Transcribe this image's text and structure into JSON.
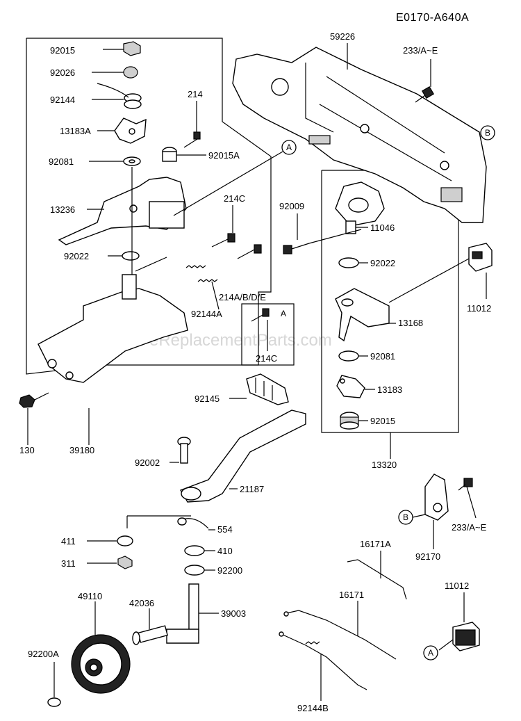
{
  "diagram_code": "E0170-A640A",
  "watermark": "eReplacementParts.com",
  "parts": {
    "p92015": "92015",
    "p92026": "92026",
    "p92144": "92144",
    "p13183A": "13183A",
    "p214": "214",
    "p92081a": "92081",
    "p92015A": "92015A",
    "p13236": "13236",
    "p214C": "214C",
    "p92022a": "92022",
    "p214ABDE": "214A/B/D/E",
    "p92144A": "92144A",
    "p214C_inset": "214C",
    "p130": "130",
    "p39180": "39180",
    "p59226": "59226",
    "p233a": "233/A~E",
    "p92009": "92009",
    "p11046": "11046",
    "p92022b": "92022",
    "p11012a": "11012",
    "p13168": "13168",
    "p92081b": "92081",
    "p13183": "13183",
    "p92015b": "92015",
    "p13320": "13320",
    "p92145": "92145",
    "p92002": "92002",
    "p21187": "21187",
    "p554": "554",
    "p411": "411",
    "p410": "410",
    "p311": "311",
    "p92200": "92200",
    "p49110": "49110",
    "p42036": "42036",
    "p39003": "39003",
    "p92200A": "92200A",
    "p16171A": "16171A",
    "p16171": "16171",
    "p92144B": "92144B",
    "p233b": "233/A~E",
    "p92170": "92170",
    "p11012b": "11012"
  },
  "callouts": {
    "A": "A",
    "B": "B"
  }
}
